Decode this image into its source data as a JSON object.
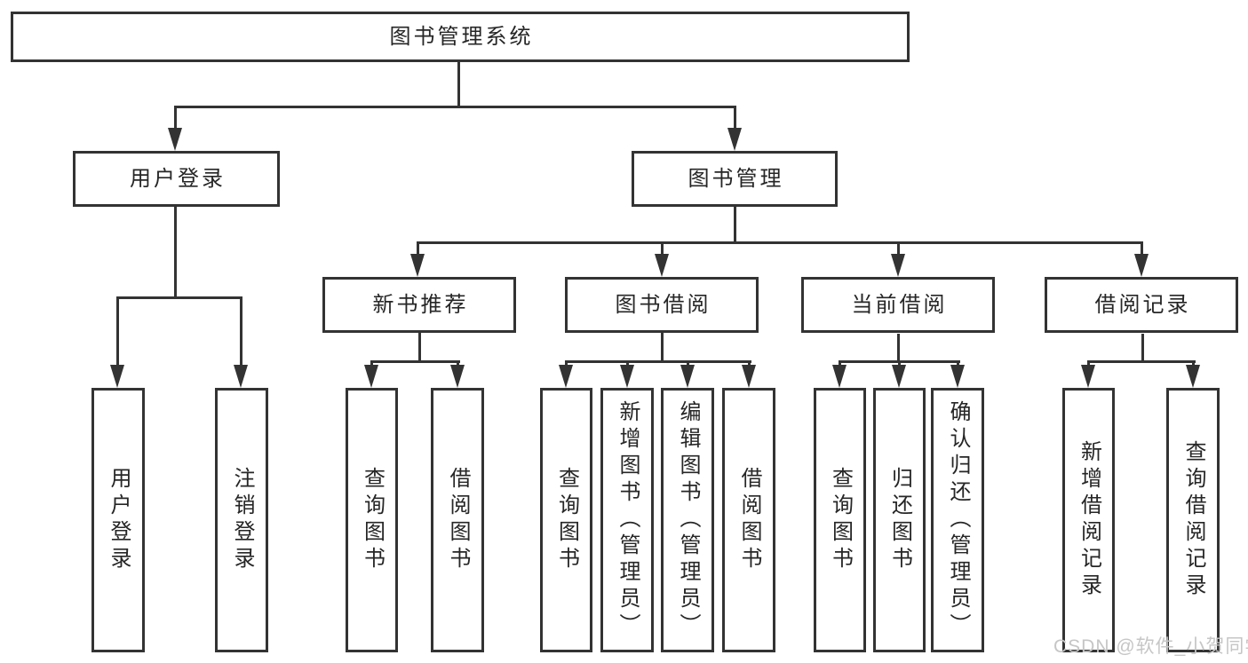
{
  "diagram": {
    "title": "图书管理系统",
    "root": {
      "label": "图书管理系统"
    },
    "branches": [
      {
        "label": "用户登录",
        "children": [
          {
            "label": "用户登录"
          },
          {
            "label": "注销登录"
          }
        ]
      },
      {
        "label": "图书管理",
        "children": [
          {
            "label": "新书推荐",
            "children": [
              {
                "label": "查询图书"
              },
              {
                "label": "借阅图书"
              }
            ]
          },
          {
            "label": "图书借阅",
            "children": [
              {
                "label": "查询图书"
              },
              {
                "label": "新增图书（管理员）"
              },
              {
                "label": "编辑图书（管理员）"
              },
              {
                "label": "借阅图书"
              }
            ]
          },
          {
            "label": "当前借阅",
            "children": [
              {
                "label": "查询图书"
              },
              {
                "label": "归还图书"
              },
              {
                "label": "确认归还（管理员）"
              }
            ]
          },
          {
            "label": "借阅记录",
            "children": [
              {
                "label": "新增借阅记录"
              },
              {
                "label": "查询借阅记录"
              }
            ]
          }
        ]
      }
    ]
  },
  "watermark": {
    "text": "CSDN @软件_小贺同学"
  },
  "colors": {
    "line": "#333333",
    "box_border": "#333333",
    "text": "#262626",
    "background": "#ffffff",
    "watermark": "#c6c6c6"
  }
}
